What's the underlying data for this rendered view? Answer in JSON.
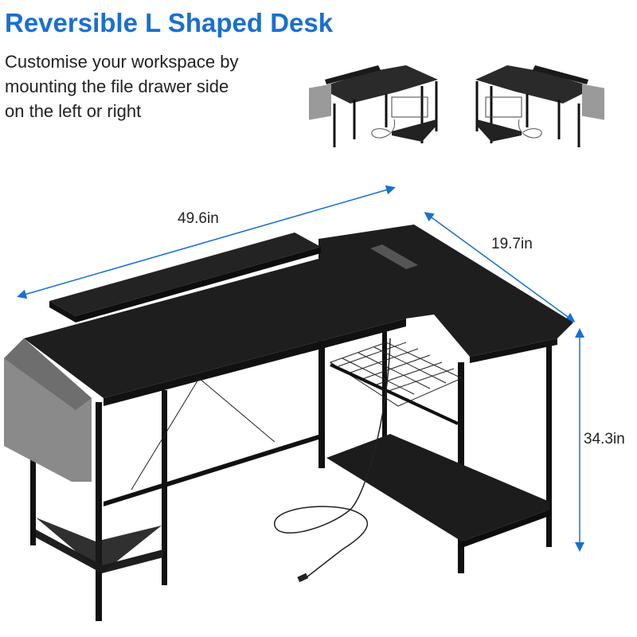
{
  "header": {
    "title": "Reversible L Shaped Desk",
    "description_lines": [
      "Customise your workspace by",
      "mounting the file drawer side",
      "on the left or right"
    ]
  },
  "thumbnails": [
    {
      "label": "left-side-configuration",
      "orientation": "file drawer on left"
    },
    {
      "label": "right-side-configuration",
      "orientation": "file drawer on right"
    }
  ],
  "dimensions": {
    "width": "49.6in",
    "depth": "19.7in",
    "height": "34.3in"
  },
  "colors": {
    "title": "#1a6fd0",
    "arrow": "#1a6fd0",
    "desk": "#1b1b1b",
    "fabric": "#8a8a8a"
  }
}
